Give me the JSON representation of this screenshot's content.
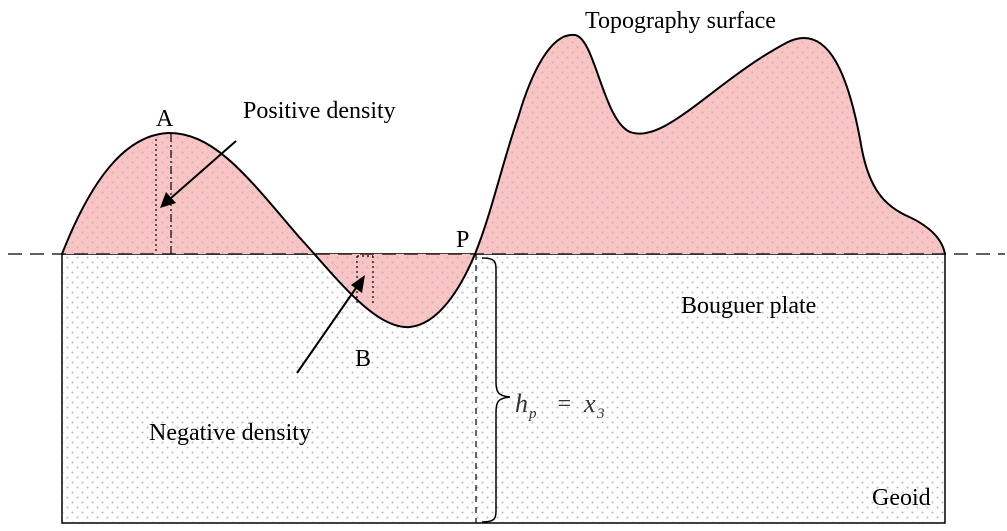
{
  "labels": {
    "topography_surface": "Topography surface",
    "positive_density": "Positive density",
    "negative_density": "Negative density",
    "bouguer_plate": "Bouguer plate",
    "geoid": "Geoid",
    "point_a": "A",
    "point_b": "B",
    "point_p": "P"
  },
  "formula": {
    "h": "h",
    "h_sub": "p",
    "equals": "=",
    "x": "x",
    "x_sub": "3"
  },
  "colors": {
    "topography_fill": "#f9c4c3",
    "plate_fill": "#ffffff",
    "dots": "#b8b8b8",
    "lines": "#000000"
  }
}
